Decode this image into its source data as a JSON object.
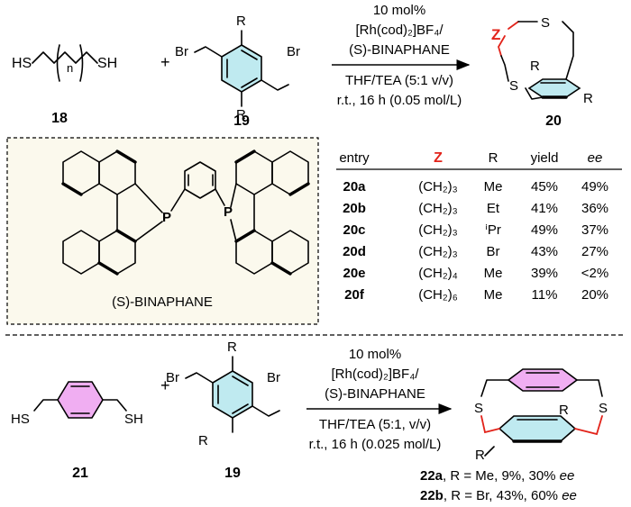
{
  "top_reaction": {
    "reactant1_label": "18",
    "reactant1_atoms": {
      "sh_left": "HS",
      "sh_right": "SH",
      "repeat": "n"
    },
    "plus": "+",
    "reactant2_label": "19",
    "reactant2_atoms": {
      "br": "Br",
      "r": "R"
    },
    "conditions": {
      "line1": "10 mol%",
      "line2": "[Rh(cod)₂]BF₄/",
      "line3": "(S)-BINAPHANE",
      "line4": "THF/TEA (5:1 v/v)",
      "line5": "r.t., 16 h  (0.05  mol/L)"
    },
    "product_label": "20",
    "product_atoms": {
      "z": "Z",
      "s": "S",
      "r": "R"
    }
  },
  "ligand_box": {
    "p_atom": "P",
    "name": "(S)-BINAPHANE"
  },
  "results_table": {
    "headers": {
      "entry": "entry",
      "z": "Z",
      "r": "R",
      "yield": "yield",
      "ee": "ee"
    },
    "rows": [
      {
        "entry": "20a",
        "z": "(CH₂)₃",
        "r": "Me",
        "yield": "45%",
        "ee": "49%"
      },
      {
        "entry": "20b",
        "z": "(CH₂)₃",
        "r": "Et",
        "yield": "41%",
        "ee": "36%"
      },
      {
        "entry": "20c",
        "z": "(CH₂)₃",
        "r": "ⁱPr",
        "yield": "49%",
        "ee": "37%"
      },
      {
        "entry": "20d",
        "z": "(CH₂)₃",
        "r": "Br",
        "yield": "43%",
        "ee": "27%"
      },
      {
        "entry": "20e",
        "z": "(CH₂)₄",
        "r": "Me",
        "yield": "39%",
        "ee": "<2%"
      },
      {
        "entry": "20f",
        "z": "(CH₂)₆",
        "r": "Me",
        "yield": "11%",
        "ee": "20%"
      }
    ]
  },
  "bottom_reaction": {
    "reactant1_label": "21",
    "reactant1_atoms": {
      "sh_left": "HS",
      "sh_right": "SH"
    },
    "plus": "+",
    "reactant2_label": "19",
    "conditions": {
      "line1": "10 mol%",
      "line2": "[Rh(cod)₂]BF₄/",
      "line3": "(S)-BINAPHANE",
      "line4": "THF/TEA (5:1, v/v)",
      "line5": "r.t., 16 h  (0.025 mol/L)"
    },
    "product_atoms": {
      "s": "S",
      "r": "R"
    },
    "results": [
      {
        "label": "22a",
        "text": ", R = Me, 9%, 30% ",
        "ee": "ee"
      },
      {
        "label": "22b",
        "text": ", R = Br, 43%, 60% ",
        "ee": "ee"
      }
    ]
  },
  "colors": {
    "accent_red": "#e2231a",
    "ring_fill_pink": "#f0aef2",
    "ring_fill_cyan": "#bfeaf0"
  }
}
